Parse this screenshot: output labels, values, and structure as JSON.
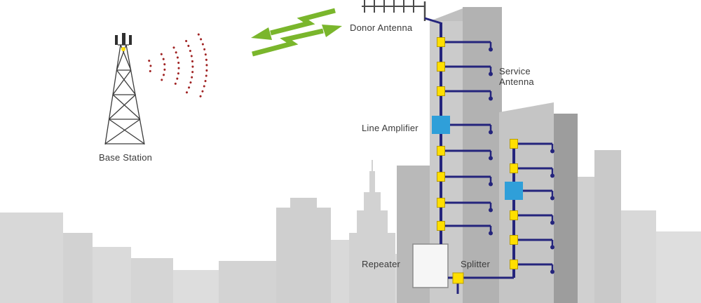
{
  "labels": {
    "base_station": "Base Station",
    "donor_antenna": "Donor Antenna",
    "service_antenna": "Service\nAntenna",
    "line_amplifier": "Line Amplifier",
    "repeater": "Repeater",
    "splitter": "Splitter"
  },
  "colors": {
    "cable": "#24247c",
    "tap": "#ffdf00",
    "tap_border": "#b89c00",
    "amplifier": "#2f9fd9",
    "arrow": "#7ab62c",
    "wave": "#a02323",
    "text": "#3a3a3a"
  },
  "system": {
    "riser1": {
      "floors": 8,
      "taps": 7,
      "amplifiers": 1
    },
    "riser2": {
      "floors": 6,
      "taps": 5,
      "amplifiers": 1
    }
  }
}
